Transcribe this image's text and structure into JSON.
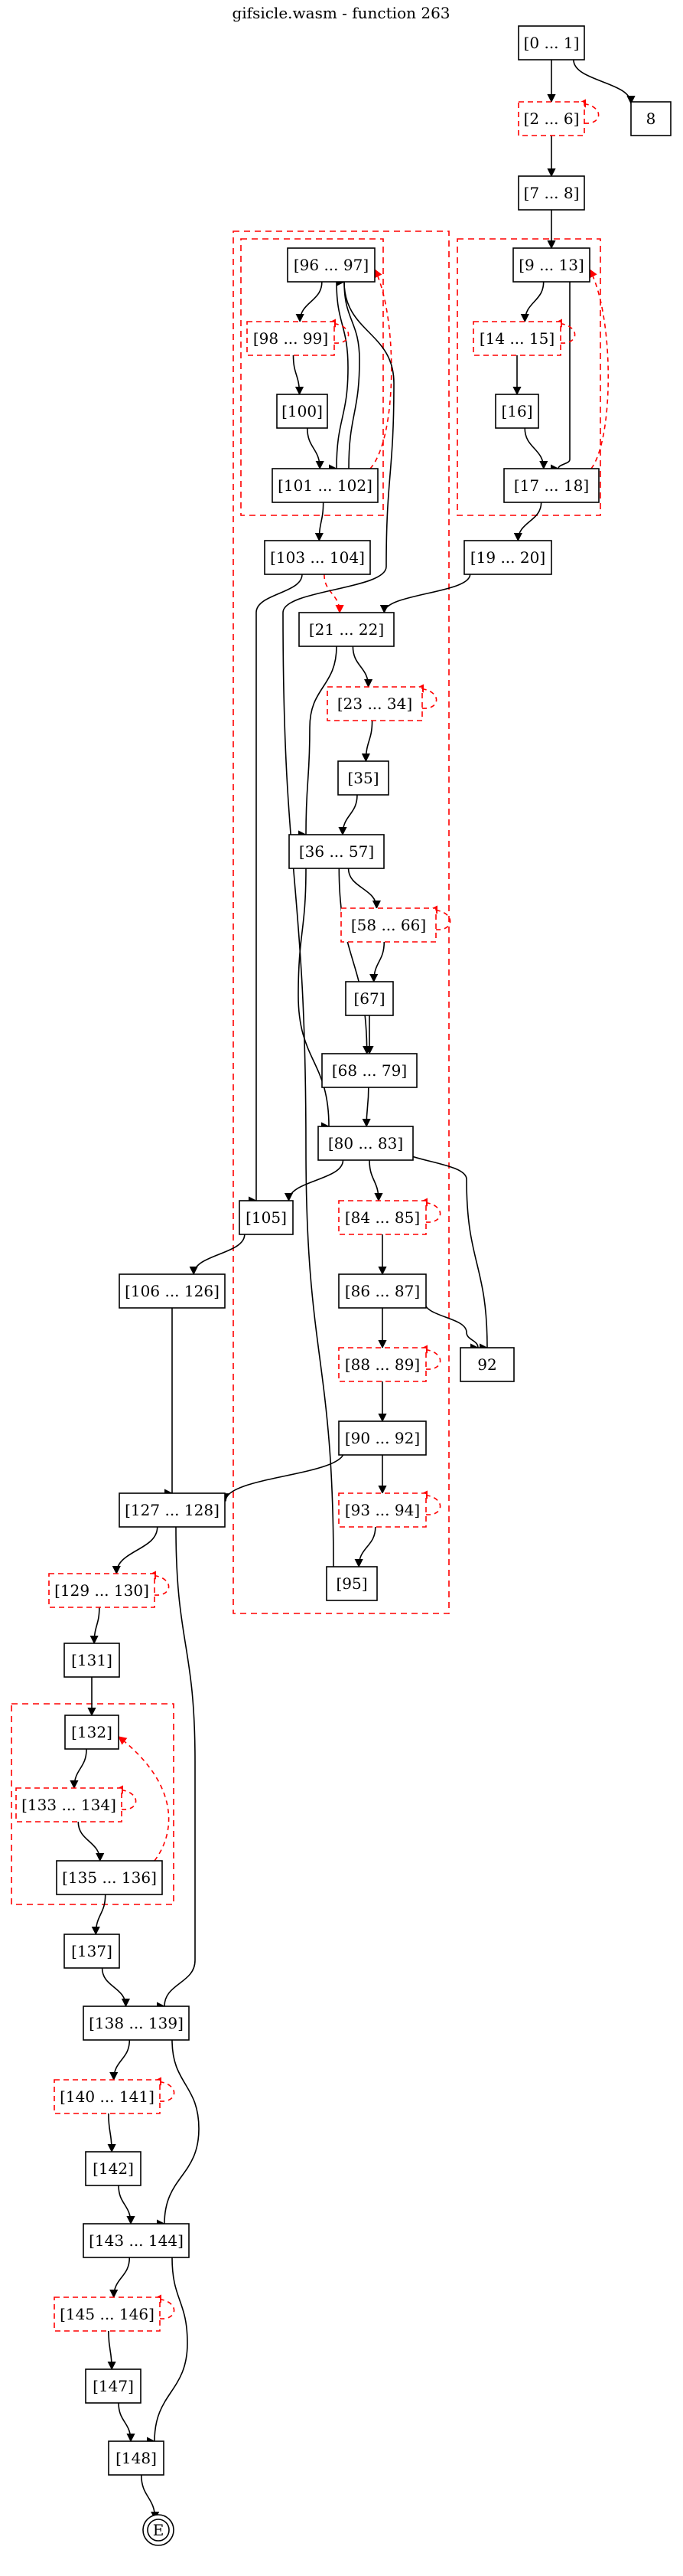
{
  "title": "gifsicle.wasm - function 263",
  "colors": {
    "normal": "#000000",
    "loop": "#ff0000",
    "background": "#ffffff"
  },
  "nodes": [
    {
      "id": "n0",
      "label": "[0 ... 1]",
      "style": "solid"
    },
    {
      "id": "n2",
      "label": "[2 ... 6]",
      "style": "dashed"
    },
    {
      "id": "n8",
      "label": "8",
      "style": "solid"
    },
    {
      "id": "n7",
      "label": "[7 ... 8]",
      "style": "solid"
    },
    {
      "id": "n9",
      "label": "[9 ... 13]",
      "style": "solid"
    },
    {
      "id": "n14",
      "label": "[14 ... 15]",
      "style": "dashed"
    },
    {
      "id": "n16",
      "label": "[16]",
      "style": "solid"
    },
    {
      "id": "n17",
      "label": "[17 ... 18]",
      "style": "solid"
    },
    {
      "id": "n19",
      "label": "[19 ... 20]",
      "style": "solid"
    },
    {
      "id": "n96",
      "label": "[96 ... 97]",
      "style": "solid"
    },
    {
      "id": "n98",
      "label": "[98 ... 99]",
      "style": "dashed"
    },
    {
      "id": "n100",
      "label": "[100]",
      "style": "solid"
    },
    {
      "id": "n101",
      "label": "[101 ... 102]",
      "style": "solid"
    },
    {
      "id": "n103",
      "label": "[103 ... 104]",
      "style": "solid"
    },
    {
      "id": "n21",
      "label": "[21 ... 22]",
      "style": "solid"
    },
    {
      "id": "n23",
      "label": "[23 ... 34]",
      "style": "dashed"
    },
    {
      "id": "n35",
      "label": "[35]",
      "style": "solid"
    },
    {
      "id": "n36",
      "label": "[36 ... 57]",
      "style": "solid"
    },
    {
      "id": "n58",
      "label": "[58 ... 66]",
      "style": "dashed"
    },
    {
      "id": "n67",
      "label": "[67]",
      "style": "solid"
    },
    {
      "id": "n68",
      "label": "[68 ... 79]",
      "style": "solid"
    },
    {
      "id": "n80",
      "label": "[80 ... 83]",
      "style": "solid"
    },
    {
      "id": "n105",
      "label": "[105]",
      "style": "solid"
    },
    {
      "id": "n84",
      "label": "[84 ... 85]",
      "style": "dashed"
    },
    {
      "id": "n106",
      "label": "[106 ... 126]",
      "style": "solid"
    },
    {
      "id": "n86",
      "label": "[86 ... 87]",
      "style": "solid"
    },
    {
      "id": "n92",
      "label": "92",
      "style": "solid"
    },
    {
      "id": "n88",
      "label": "[88 ... 89]",
      "style": "dashed"
    },
    {
      "id": "n90",
      "label": "[90 ... 92]",
      "style": "solid"
    },
    {
      "id": "n127",
      "label": "[127 ... 128]",
      "style": "solid"
    },
    {
      "id": "n93",
      "label": "[93 ... 94]",
      "style": "dashed"
    },
    {
      "id": "n95",
      "label": "[95]",
      "style": "solid"
    },
    {
      "id": "n129",
      "label": "[129 ... 130]",
      "style": "dashed"
    },
    {
      "id": "n131",
      "label": "[131]",
      "style": "solid"
    },
    {
      "id": "n132",
      "label": "[132]",
      "style": "solid"
    },
    {
      "id": "n133",
      "label": "[133 ... 134]",
      "style": "dashed"
    },
    {
      "id": "n135",
      "label": "[135 ... 136]",
      "style": "solid"
    },
    {
      "id": "n137",
      "label": "[137]",
      "style": "solid"
    },
    {
      "id": "n138",
      "label": "[138 ... 139]",
      "style": "solid"
    },
    {
      "id": "n140",
      "label": "[140 ... 141]",
      "style": "dashed"
    },
    {
      "id": "n142",
      "label": "[142]",
      "style": "solid"
    },
    {
      "id": "n143",
      "label": "[143 ... 144]",
      "style": "solid"
    },
    {
      "id": "n145",
      "label": "[145 ... 146]",
      "style": "dashed"
    },
    {
      "id": "n147",
      "label": "[147]",
      "style": "solid"
    },
    {
      "id": "n148",
      "label": "[148]",
      "style": "solid"
    },
    {
      "id": "exit",
      "label": "E",
      "style": "double-circle"
    }
  ],
  "edges": [
    {
      "from": "n0",
      "to": "n2",
      "kind": "normal"
    },
    {
      "from": "n0",
      "to": "n8",
      "kind": "normal"
    },
    {
      "from": "n2",
      "to": "n2",
      "kind": "loop"
    },
    {
      "from": "n2",
      "to": "n7",
      "kind": "normal"
    },
    {
      "from": "n7",
      "to": "n9",
      "kind": "normal"
    },
    {
      "from": "n9",
      "to": "n14",
      "kind": "normal"
    },
    {
      "from": "n9",
      "to": "n17",
      "kind": "normal"
    },
    {
      "from": "n14",
      "to": "n14",
      "kind": "loop"
    },
    {
      "from": "n14",
      "to": "n16",
      "kind": "normal"
    },
    {
      "from": "n16",
      "to": "n17",
      "kind": "normal"
    },
    {
      "from": "n17",
      "to": "n9",
      "kind": "loop"
    },
    {
      "from": "n17",
      "to": "n19",
      "kind": "normal"
    },
    {
      "from": "n19",
      "to": "n21",
      "kind": "normal"
    },
    {
      "from": "n96",
      "to": "n98",
      "kind": "normal"
    },
    {
      "from": "n96",
      "to": "n101",
      "kind": "normal"
    },
    {
      "from": "n98",
      "to": "n98",
      "kind": "loop"
    },
    {
      "from": "n98",
      "to": "n100",
      "kind": "normal"
    },
    {
      "from": "n100",
      "to": "n101",
      "kind": "normal"
    },
    {
      "from": "n101",
      "to": "n96",
      "kind": "normal"
    },
    {
      "from": "n101",
      "to": "n96",
      "kind": "loop"
    },
    {
      "from": "n101",
      "to": "n103",
      "kind": "normal"
    },
    {
      "from": "n103",
      "to": "n21",
      "kind": "loop"
    },
    {
      "from": "n103",
      "to": "n105",
      "kind": "normal"
    },
    {
      "from": "n21",
      "to": "n23",
      "kind": "normal"
    },
    {
      "from": "n21",
      "to": "n36",
      "kind": "normal"
    },
    {
      "from": "n23",
      "to": "n23",
      "kind": "loop"
    },
    {
      "from": "n23",
      "to": "n35",
      "kind": "normal"
    },
    {
      "from": "n35",
      "to": "n36",
      "kind": "normal"
    },
    {
      "from": "n36",
      "to": "n58",
      "kind": "normal"
    },
    {
      "from": "n36",
      "to": "n68",
      "kind": "normal"
    },
    {
      "from": "n36",
      "to": "n80",
      "kind": "normal"
    },
    {
      "from": "n58",
      "to": "n58",
      "kind": "loop"
    },
    {
      "from": "n58",
      "to": "n67",
      "kind": "normal"
    },
    {
      "from": "n67",
      "to": "n68",
      "kind": "normal"
    },
    {
      "from": "n68",
      "to": "n80",
      "kind": "normal"
    },
    {
      "from": "n80",
      "to": "n105",
      "kind": "normal"
    },
    {
      "from": "n80",
      "to": "n84",
      "kind": "normal"
    },
    {
      "from": "n80",
      "to": "n92",
      "kind": "normal"
    },
    {
      "from": "n84",
      "to": "n84",
      "kind": "loop"
    },
    {
      "from": "n84",
      "to": "n86",
      "kind": "normal"
    },
    {
      "from": "n105",
      "to": "n106",
      "kind": "normal"
    },
    {
      "from": "n86",
      "to": "n88",
      "kind": "normal"
    },
    {
      "from": "n86",
      "to": "n92",
      "kind": "normal"
    },
    {
      "from": "n88",
      "to": "n88",
      "kind": "loop"
    },
    {
      "from": "n88",
      "to": "n90",
      "kind": "normal"
    },
    {
      "from": "n90",
      "to": "n127",
      "kind": "normal"
    },
    {
      "from": "n90",
      "to": "n93",
      "kind": "normal"
    },
    {
      "from": "n93",
      "to": "n93",
      "kind": "loop"
    },
    {
      "from": "n93",
      "to": "n95",
      "kind": "normal"
    },
    {
      "from": "n95",
      "to": "n96",
      "kind": "normal"
    },
    {
      "from": "n106",
      "to": "n127",
      "kind": "normal"
    },
    {
      "from": "n127",
      "to": "n129",
      "kind": "normal"
    },
    {
      "from": "n127",
      "to": "n138",
      "kind": "normal"
    },
    {
      "from": "n129",
      "to": "n129",
      "kind": "loop"
    },
    {
      "from": "n129",
      "to": "n131",
      "kind": "normal"
    },
    {
      "from": "n131",
      "to": "n132",
      "kind": "normal"
    },
    {
      "from": "n132",
      "to": "n133",
      "kind": "normal"
    },
    {
      "from": "n133",
      "to": "n133",
      "kind": "loop"
    },
    {
      "from": "n133",
      "to": "n135",
      "kind": "normal"
    },
    {
      "from": "n135",
      "to": "n132",
      "kind": "loop"
    },
    {
      "from": "n135",
      "to": "n137",
      "kind": "normal"
    },
    {
      "from": "n137",
      "to": "n138",
      "kind": "normal"
    },
    {
      "from": "n138",
      "to": "n140",
      "kind": "normal"
    },
    {
      "from": "n138",
      "to": "n143",
      "kind": "normal"
    },
    {
      "from": "n140",
      "to": "n140",
      "kind": "loop"
    },
    {
      "from": "n140",
      "to": "n142",
      "kind": "normal"
    },
    {
      "from": "n142",
      "to": "n143",
      "kind": "normal"
    },
    {
      "from": "n143",
      "to": "n145",
      "kind": "normal"
    },
    {
      "from": "n143",
      "to": "n148",
      "kind": "normal"
    },
    {
      "from": "n145",
      "to": "n145",
      "kind": "loop"
    },
    {
      "from": "n145",
      "to": "n147",
      "kind": "normal"
    },
    {
      "from": "n147",
      "to": "n148",
      "kind": "normal"
    },
    {
      "from": "n148",
      "to": "exit",
      "kind": "normal"
    }
  ],
  "clusters": [
    {
      "id": "loop-9-18",
      "members": [
        "n9",
        "n14",
        "n16",
        "n17"
      ]
    },
    {
      "id": "loop-21-105",
      "members": [
        "n96",
        "n98",
        "n100",
        "n101",
        "n103",
        "n21",
        "n23",
        "n35",
        "n36",
        "n58",
        "n67",
        "n68",
        "n80",
        "n84",
        "n86",
        "n88",
        "n90",
        "n93",
        "n95"
      ]
    },
    {
      "id": "loop-96-102",
      "members": [
        "n96",
        "n98",
        "n100",
        "n101"
      ]
    },
    {
      "id": "loop-132-136",
      "members": [
        "n132",
        "n133",
        "n135"
      ]
    }
  ]
}
